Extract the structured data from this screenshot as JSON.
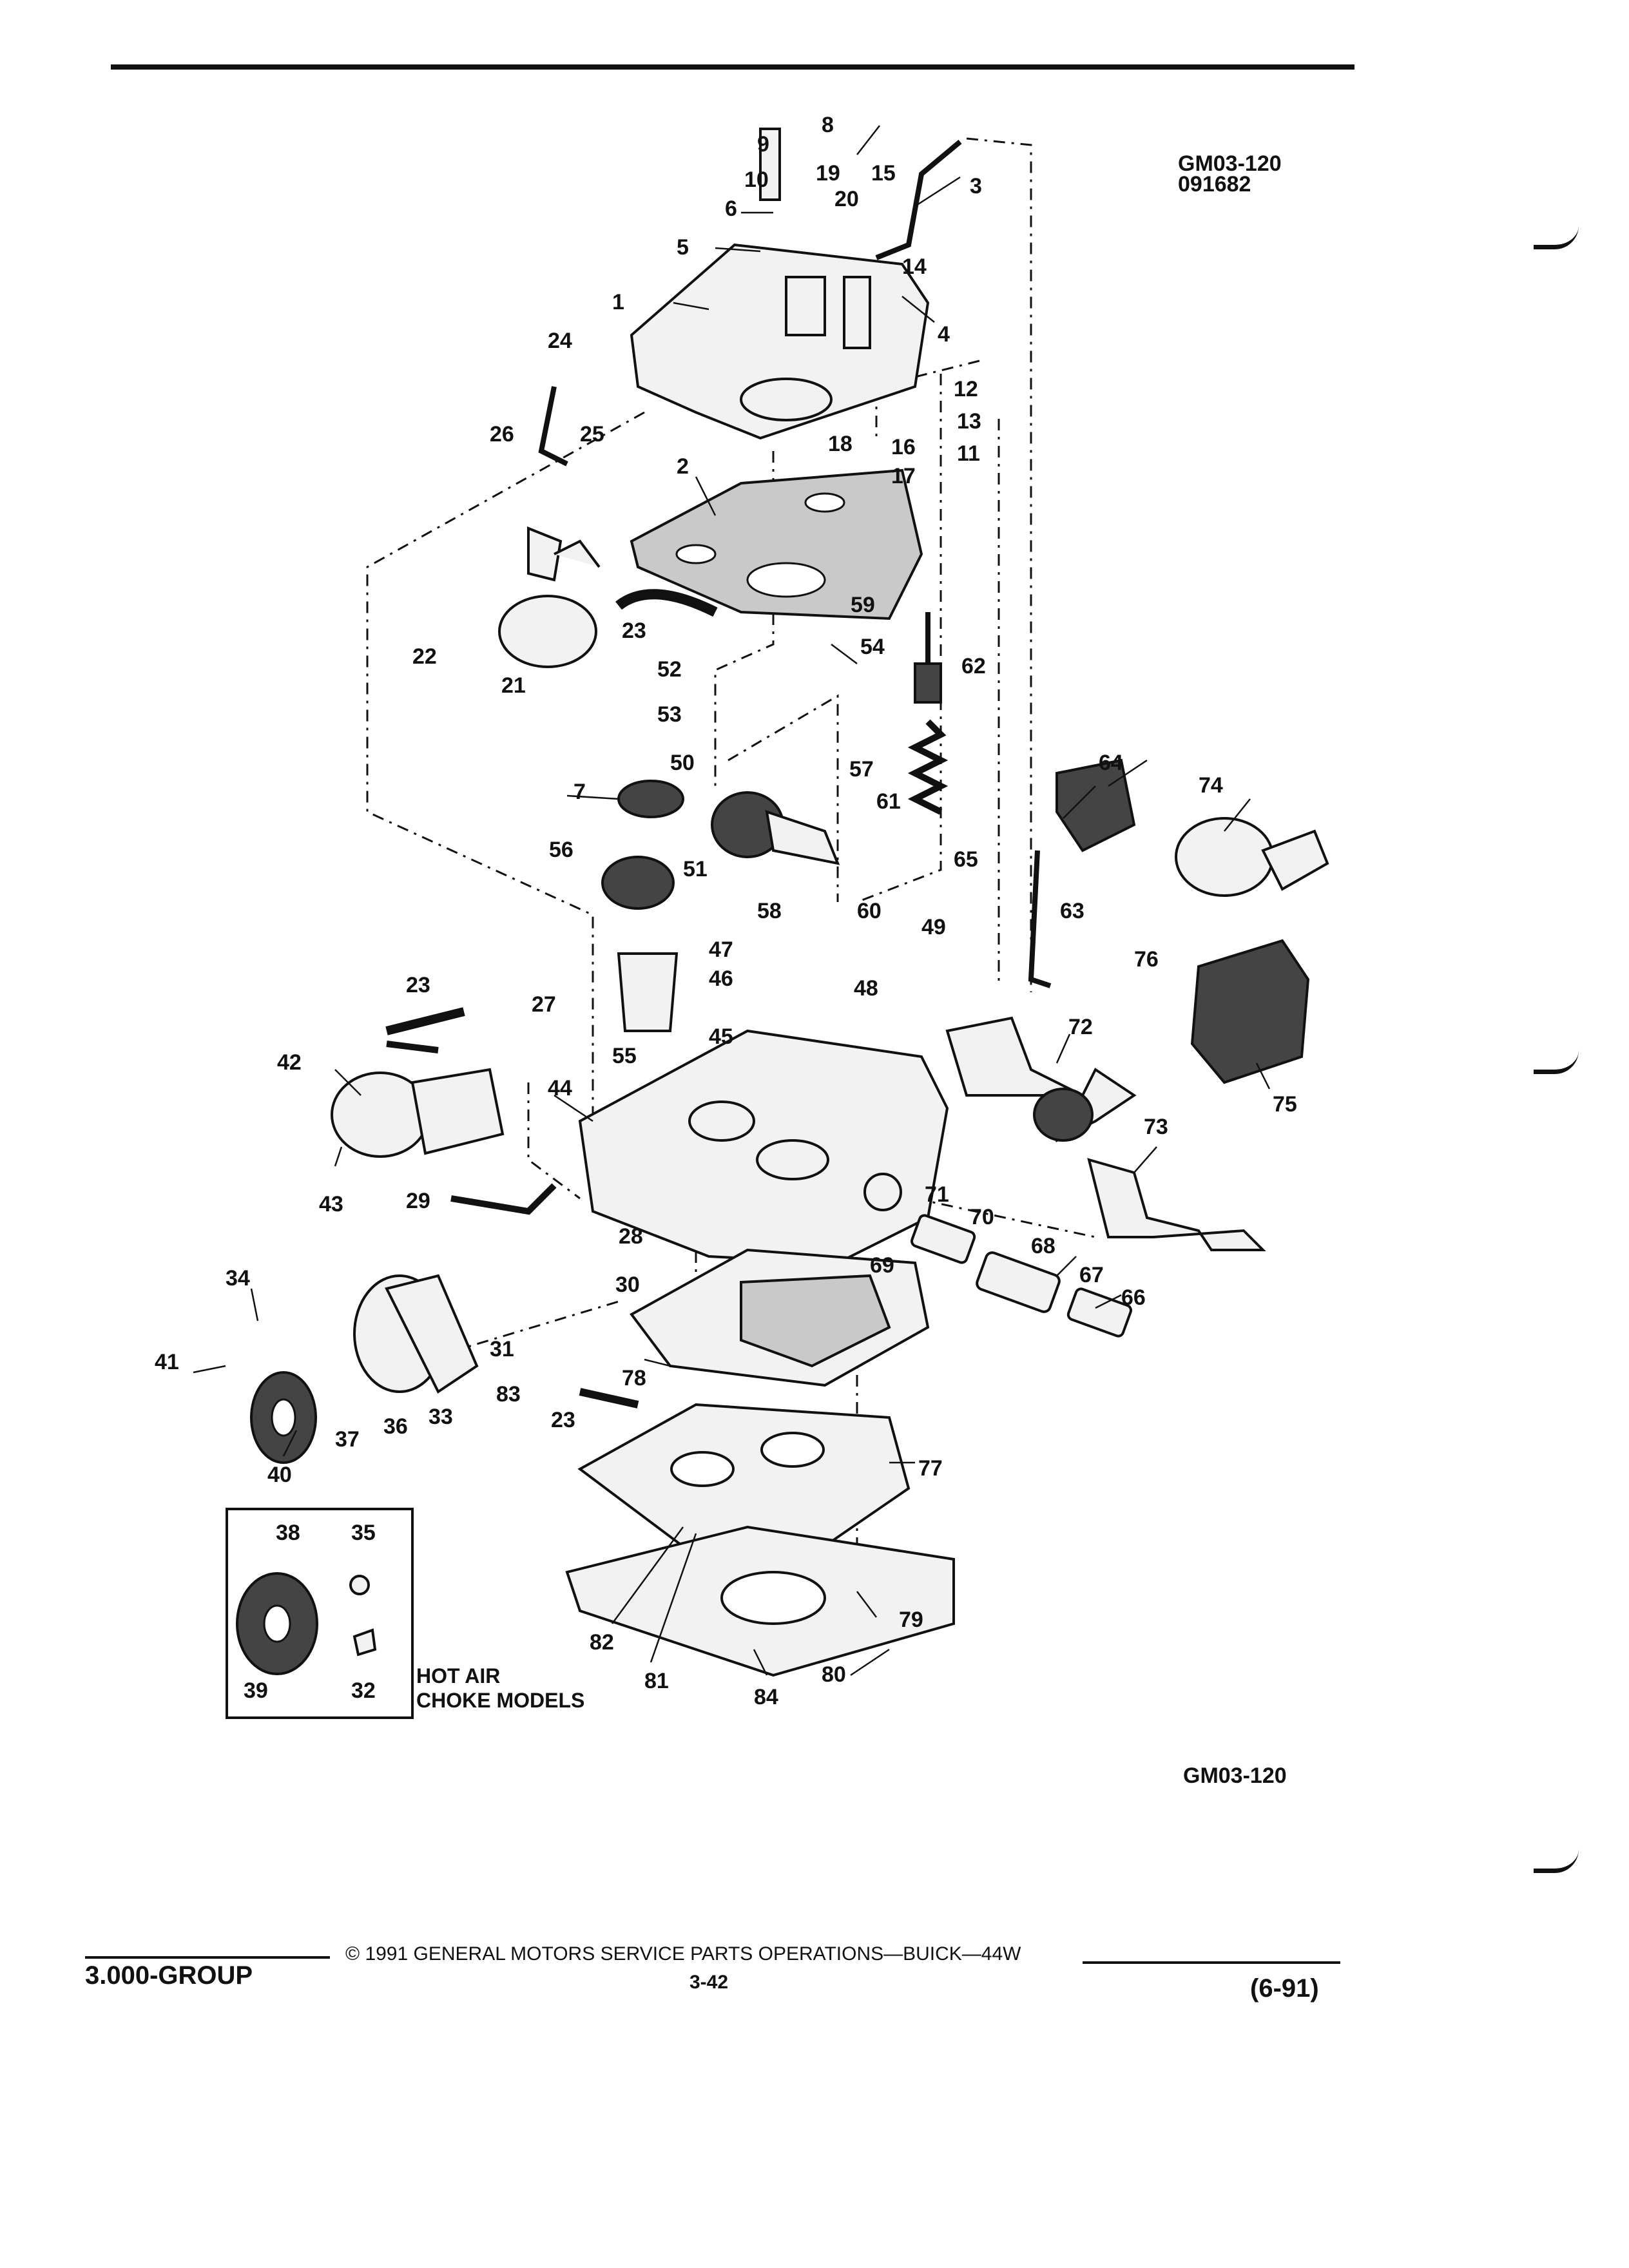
{
  "figure": {
    "id_top": "GM03-120",
    "date_code": "091682",
    "id_bottom": "GM03-120"
  },
  "inset": {
    "caption_line1": "HOT AIR",
    "caption_line2": "CHOKE MODELS"
  },
  "callouts": [
    "1",
    "2",
    "3",
    "4",
    "5",
    "6",
    "7",
    "8",
    "9",
    "10",
    "11",
    "12",
    "13",
    "14",
    "15",
    "16",
    "17",
    "18",
    "19",
    "20",
    "21",
    "22",
    "23",
    "23",
    "23",
    "24",
    "25",
    "26",
    "27",
    "28",
    "29",
    "30",
    "31",
    "32",
    "33",
    "34",
    "35",
    "36",
    "37",
    "38",
    "39",
    "40",
    "41",
    "42",
    "43",
    "44",
    "45",
    "46",
    "47",
    "48",
    "49",
    "50",
    "51",
    "52",
    "53",
    "54",
    "55",
    "56",
    "57",
    "58",
    "59",
    "60",
    "61",
    "62",
    "63",
    "64",
    "65",
    "66",
    "67",
    "68",
    "69",
    "70",
    "71",
    "72",
    "73",
    "74",
    "75",
    "76",
    "77",
    "78",
    "79",
    "80",
    "81",
    "82",
    "83",
    "84"
  ],
  "footer": {
    "group": "3.000-GROUP",
    "copyright": "© 1991  GENERAL MOTORS SERVICE PARTS OPERATIONS—BUICK—44W",
    "page": "3-42",
    "revision": "(6-91)"
  }
}
